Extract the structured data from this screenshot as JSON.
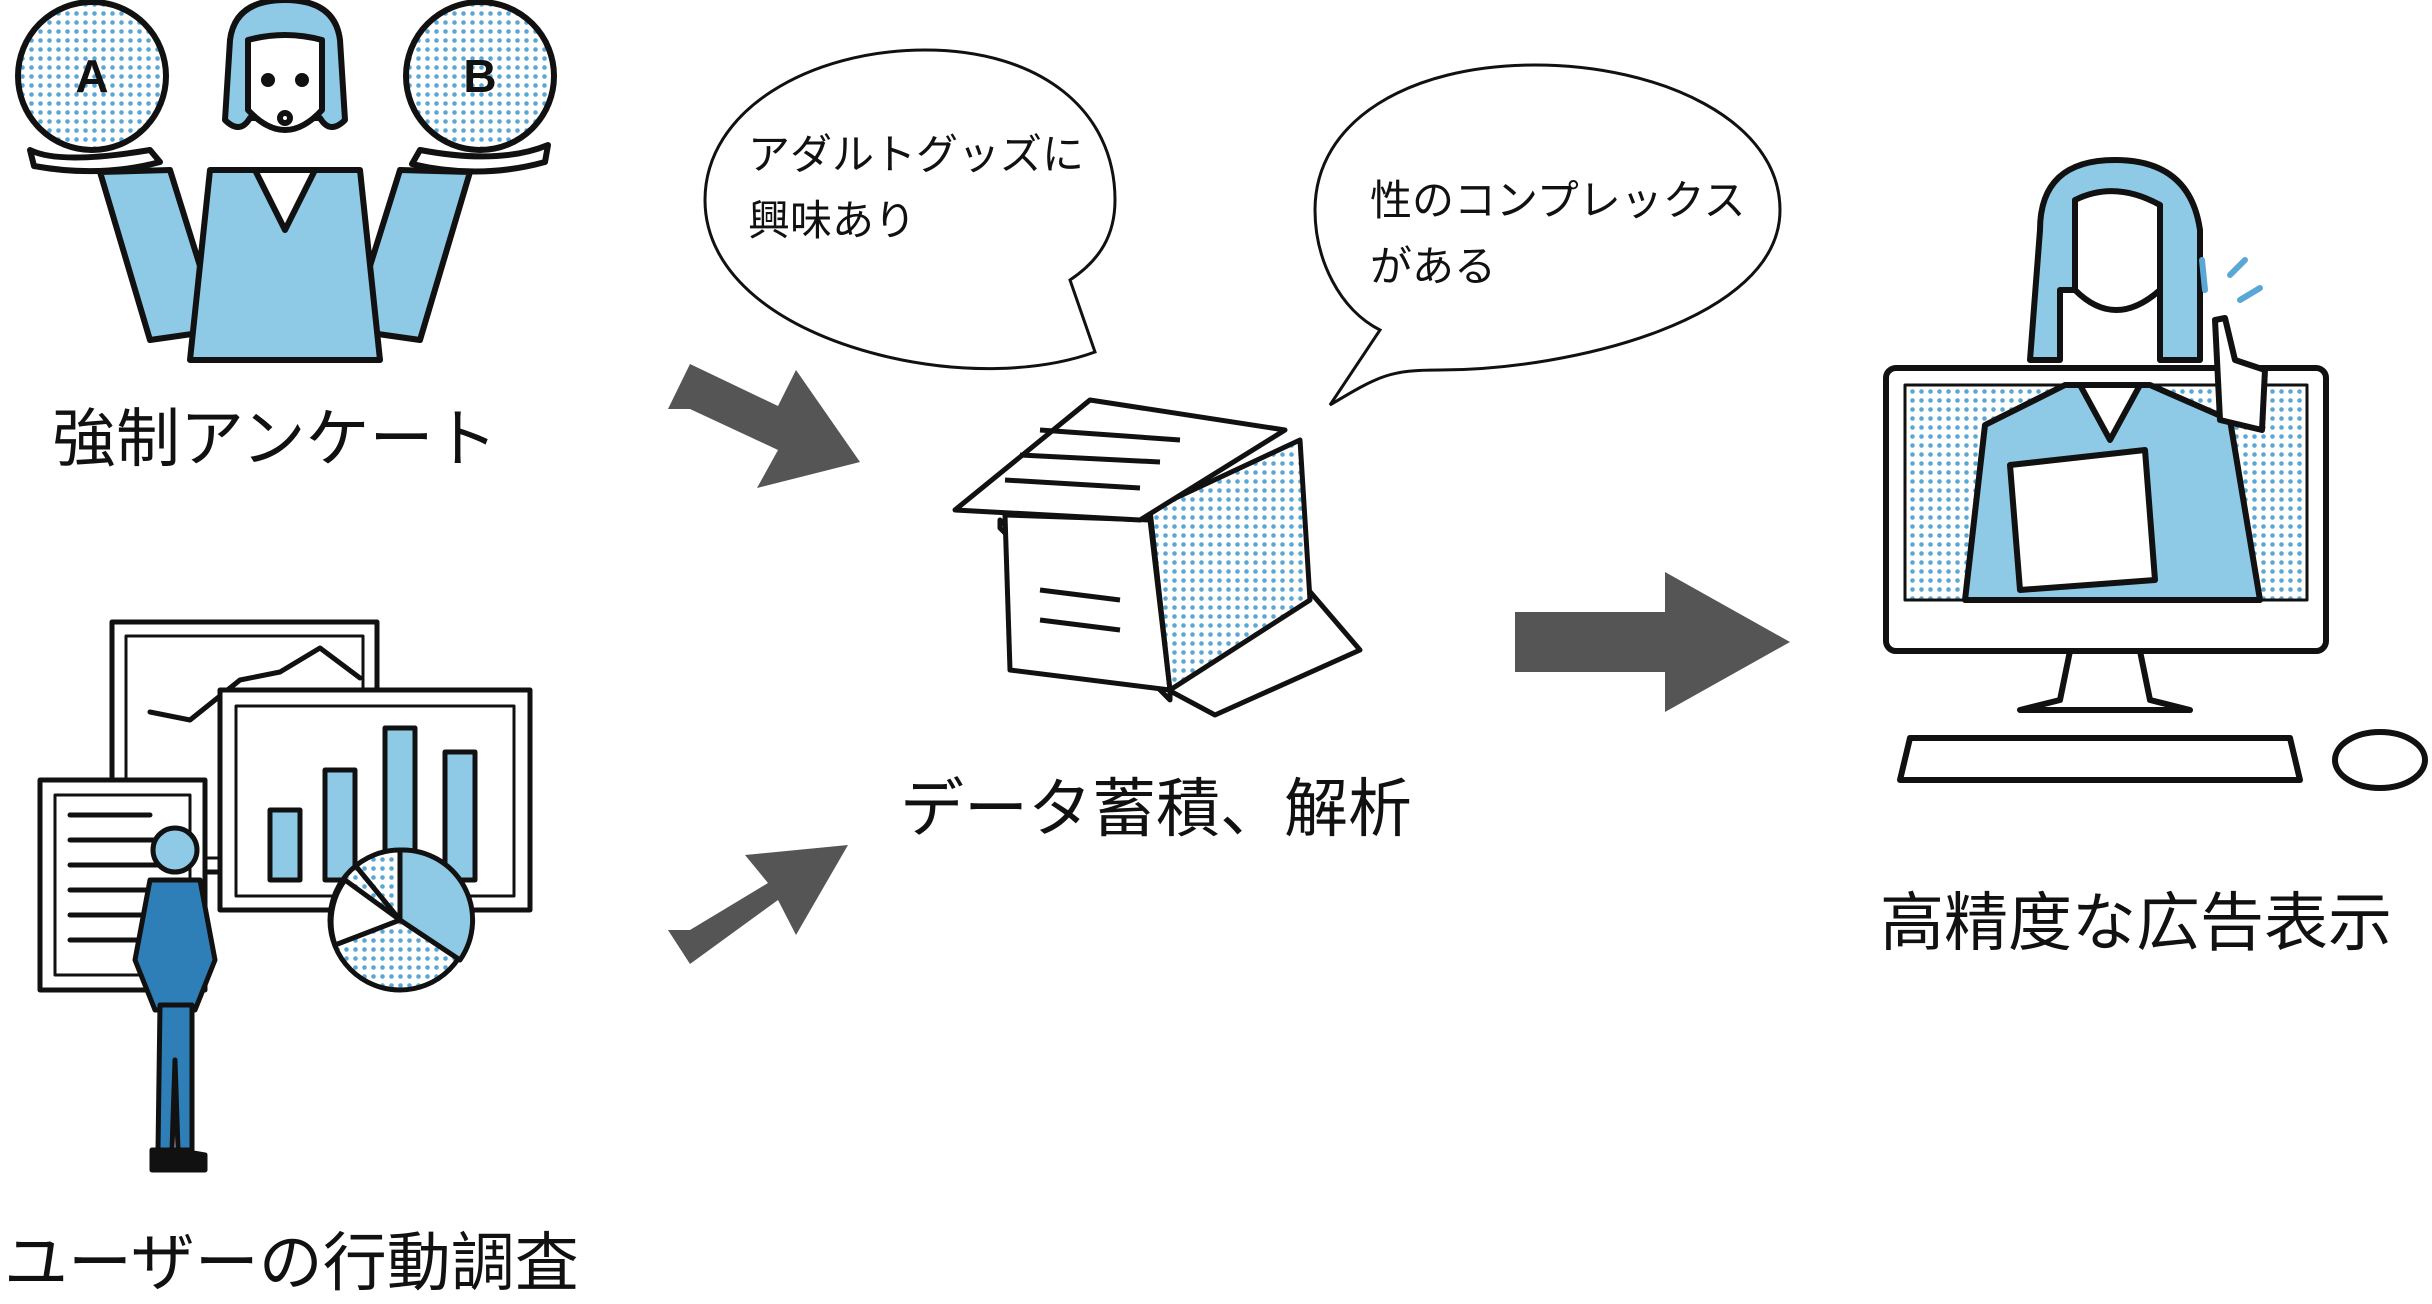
{
  "diagram": {
    "step1": {
      "survey_label": "強制アンケート",
      "behavior_label": "ユーザーの行動調査",
      "choice_a": "A",
      "choice_b": "B"
    },
    "step2": {
      "label": "データ蓄積、解析",
      "bubble1_line1": "アダルトグッズに",
      "bubble1_line2": "興味あり",
      "bubble2_line1": "性のコンプレックス",
      "bubble2_line2": "がある"
    },
    "step3": {
      "label": "高精度な広告表示"
    }
  },
  "colors": {
    "accent_blue": "#8ecae6",
    "light_blue": "#d3ebf6",
    "dot_blue": "#5aa7d6",
    "arrow_gray": "#555555",
    "line": "#111111"
  }
}
